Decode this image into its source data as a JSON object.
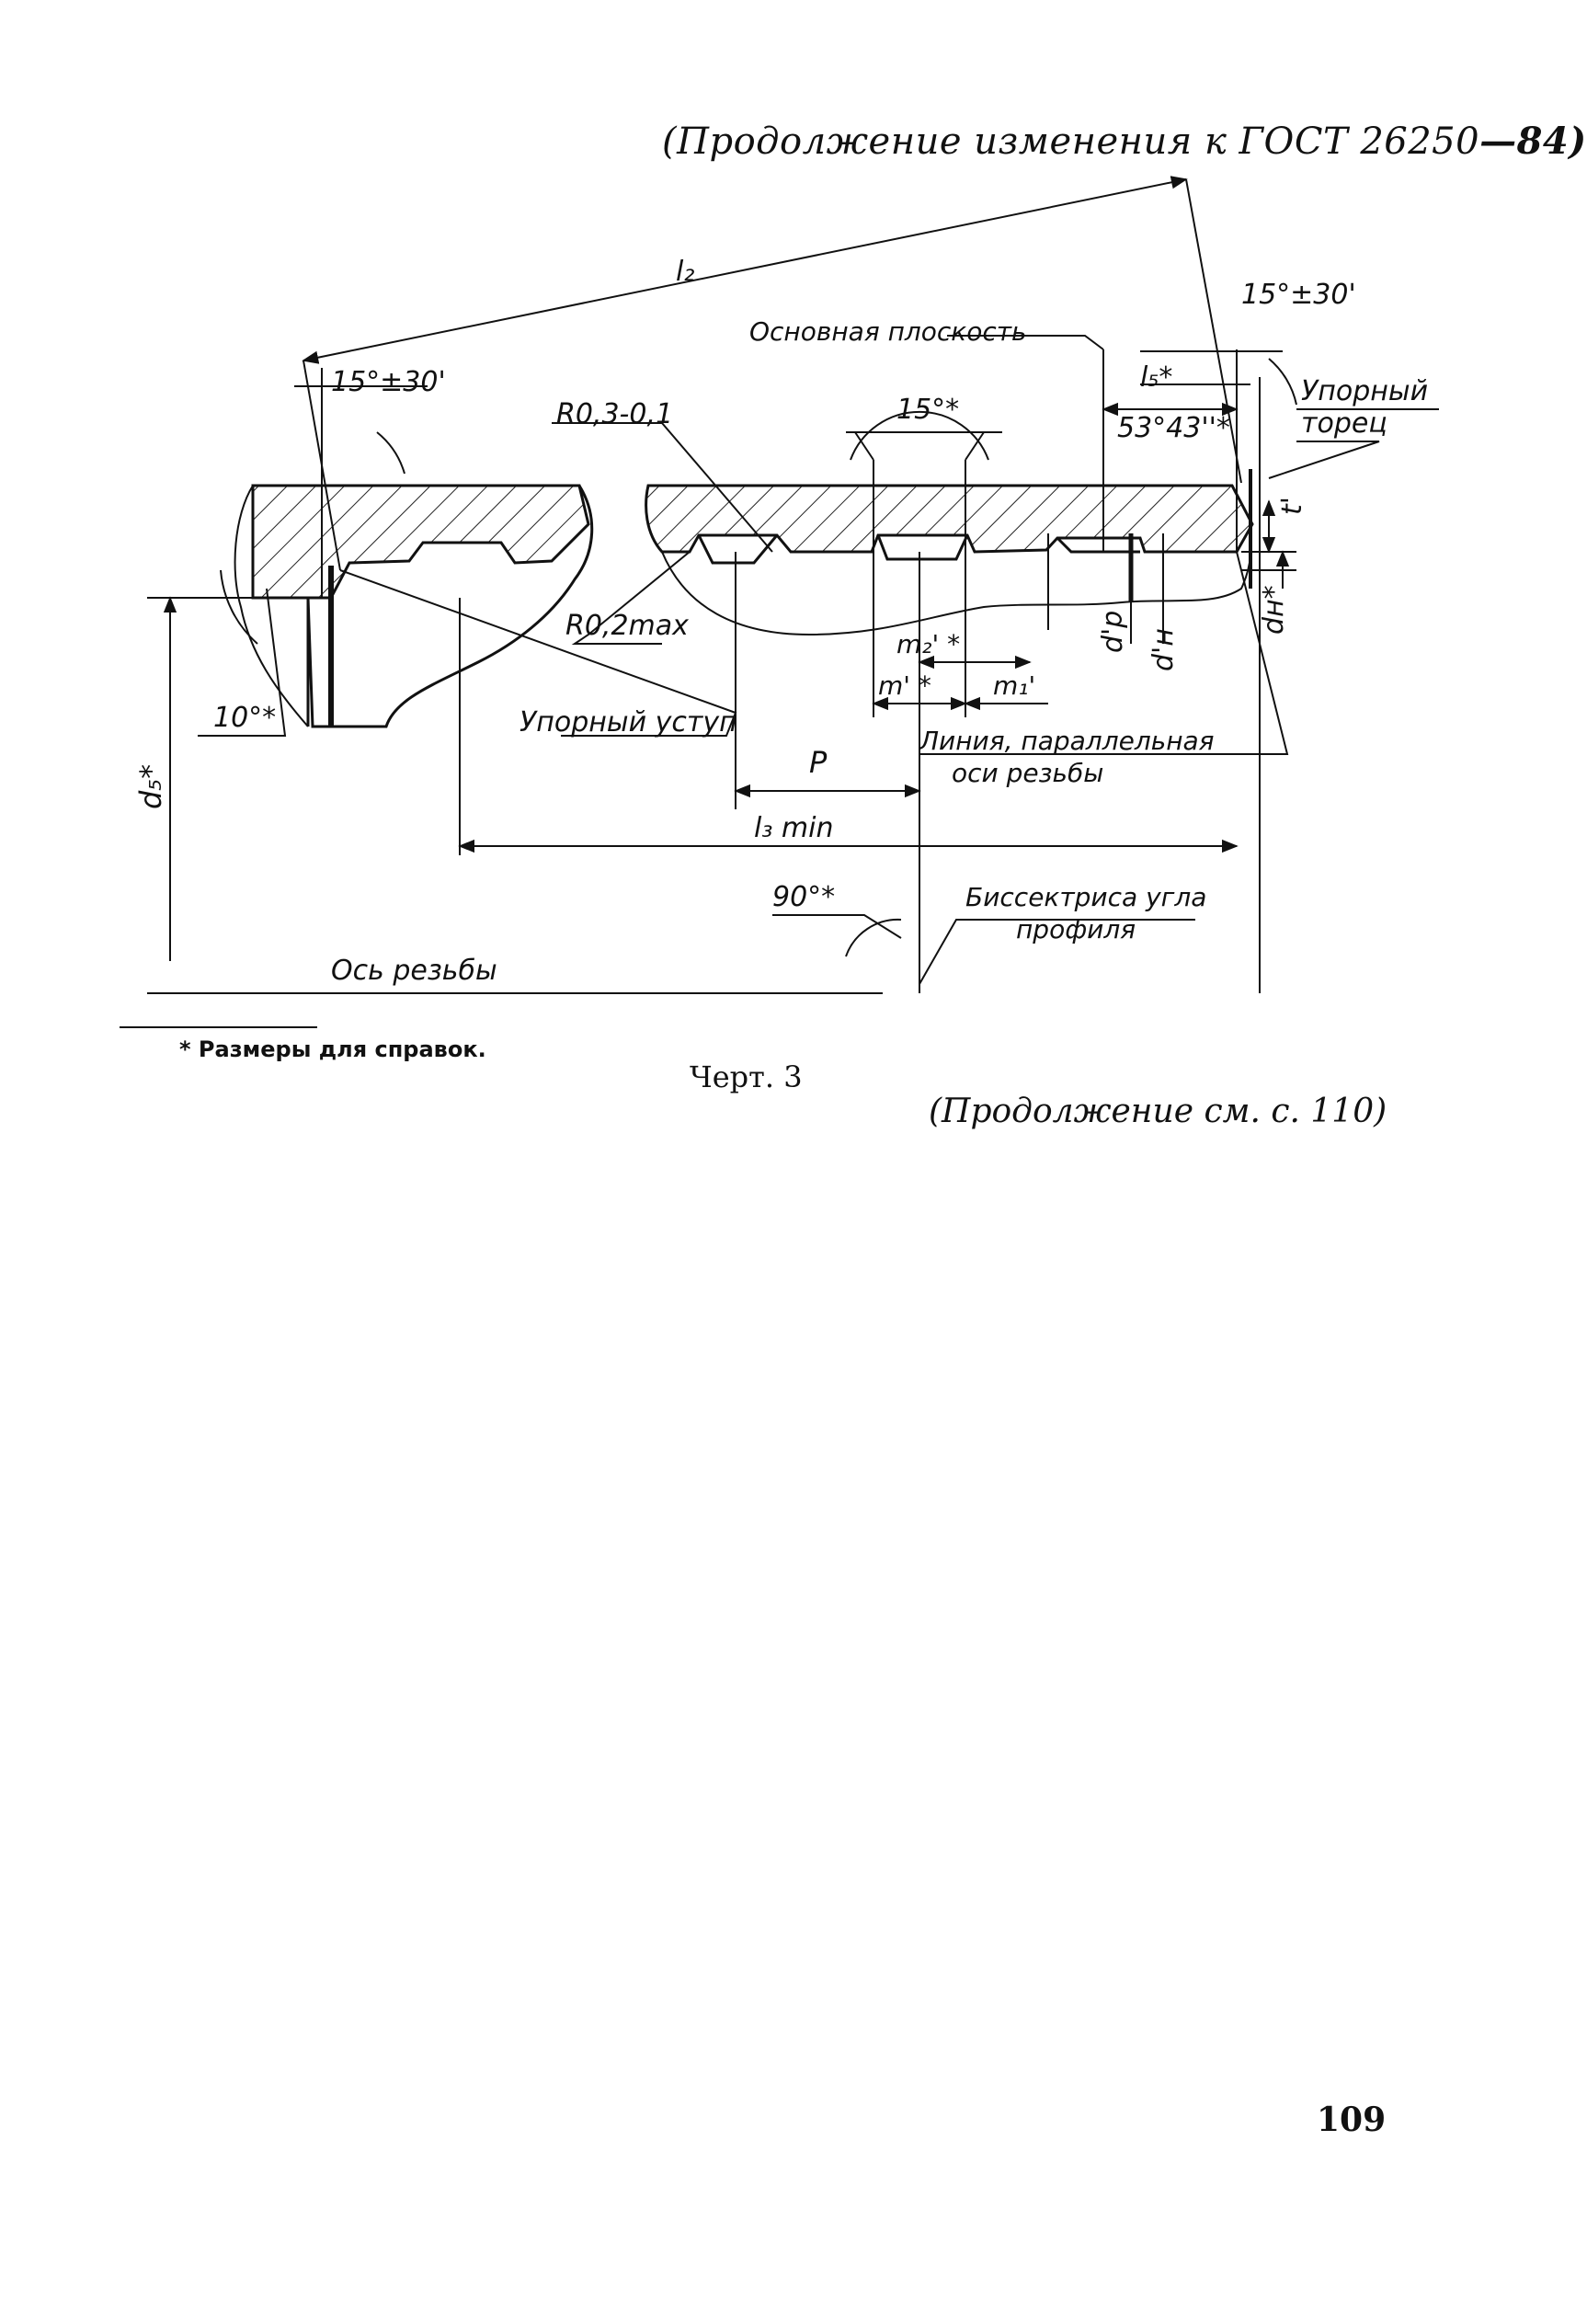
{
  "header": {
    "prefix": "(Продолжение изменения к ГОСТ 26250",
    "suffix": "—84)"
  },
  "drawing": {
    "labels": {
      "l2": "l₂",
      "angle_left": "15°±30'",
      "angle_right": "15°±30'",
      "r03": "R0,3-0,1",
      "basic_plane": "Основная плоскость",
      "angle_15": "15°*",
      "l5": "l₅*",
      "thrust_face_1": "Упорный",
      "thrust_face_2": "торец",
      "angle_53": "53°43''*",
      "t_prime": "t'",
      "r02": "R0,2max",
      "m2": "m₂' *",
      "m_prime": "m' *",
      "m1": "m₁'",
      "dp": "d'p",
      "dh_prime": "d'н",
      "dh_star": "dн*",
      "angle_10": "10°*",
      "thrust_shoulder": "Упорный уступ",
      "p": "P",
      "parallel_line_1": "Линия, параллельная",
      "parallel_line_2": "оси резьбы",
      "d5": "d₅*",
      "l3": "l₃ min",
      "angle_90": "90°*",
      "bisector_1": "Биссектриса угла",
      "bisector_2": "профиля",
      "axis": "Ось резьбы"
    }
  },
  "footnote": "* Размеры для справок.",
  "caption": "Черт. 3",
  "continuation": "(Продолжение см. с. 110)",
  "page_number": "109"
}
